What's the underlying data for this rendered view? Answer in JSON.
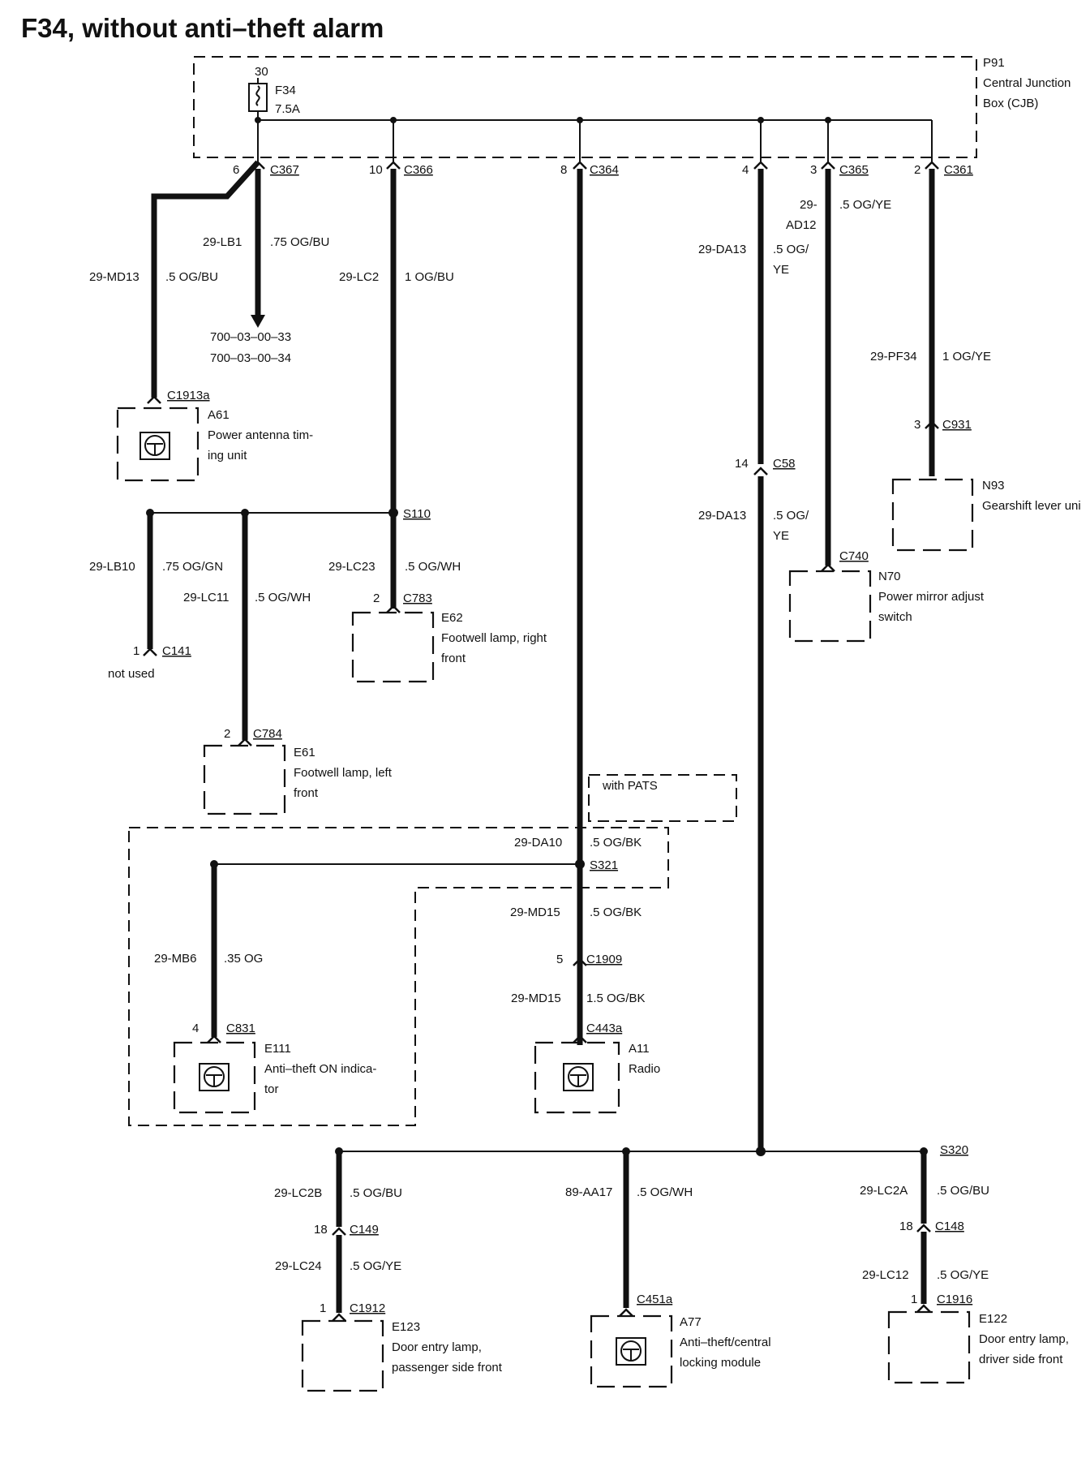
{
  "title": "F34, without anti–theft alarm",
  "cjb": {
    "id": "P91",
    "line1": "Central Junction",
    "line2": "Box (CJB)"
  },
  "fuse": {
    "pin": "30",
    "id": "F34",
    "rating": "7.5A"
  },
  "connectors": {
    "c367": {
      "pin": "6",
      "id": "C367"
    },
    "c366": {
      "pin": "10",
      "id": "C366"
    },
    "c364": {
      "pin": "8",
      "id": "C364"
    },
    "c365": {
      "pin": "3",
      "id": "C365"
    },
    "c361": {
      "pin": "2",
      "id": "C361"
    },
    "c363": {
      "pin": "4"
    },
    "c1913a": {
      "id": "C1913a"
    },
    "c931": {
      "pin": "3",
      "id": "C931"
    },
    "c58": {
      "pin": "14",
      "id": "C58"
    },
    "c740": {
      "id": "C740"
    },
    "c783": {
      "pin": "2",
      "id": "C783"
    },
    "c141": {
      "pin": "1",
      "id": "C141"
    },
    "c784": {
      "pin": "2",
      "id": "C784"
    },
    "c831": {
      "pin": "4",
      "id": "C831"
    },
    "c1909": {
      "pin": "5",
      "id": "C1909"
    },
    "c443a": {
      "id": "C443a"
    },
    "c149": {
      "pin": "18",
      "id": "C149"
    },
    "c1912": {
      "pin": "1",
      "id": "C1912"
    },
    "c451a": {
      "id": "C451a"
    },
    "c148": {
      "pin": "18",
      "id": "C148"
    },
    "c1916": {
      "pin": "1",
      "id": "C1916"
    }
  },
  "splices": {
    "s110": "S110",
    "s321": "S321",
    "s320": "S320"
  },
  "wires": {
    "lb1": {
      "code": "29-LB1",
      "spec": ".75 OG/BU"
    },
    "md13": {
      "code": "29-MD13",
      "spec": ".5 OG/BU"
    },
    "lc2": {
      "code": "29-LC2",
      "spec": "1 OG/BU"
    },
    "da13a": {
      "code": "29-DA13",
      "spec1": ".5 OG/",
      "spec2": "YE"
    },
    "ad12": {
      "code1": "29-",
      "code2": "AD12",
      "spec": ".5 OG/YE"
    },
    "pf34": {
      "code": "29-PF34",
      "spec": "1 OG/YE"
    },
    "da13b": {
      "code": "29-DA13",
      "spec1": ".5 OG/",
      "spec2": "YE"
    },
    "lb10": {
      "code": "29-LB10",
      "spec": ".75 OG/GN"
    },
    "lc23": {
      "code": "29-LC23",
      "spec": ".5 OG/WH"
    },
    "lc11": {
      "code": "29-LC11",
      "spec": ".5 OG/WH"
    },
    "da10": {
      "code": "29-DA10",
      "spec": ".5 OG/BK"
    },
    "mb6": {
      "code": "29-MB6",
      "spec": ".35 OG"
    },
    "md15a": {
      "code": "29-MD15",
      "spec": ".5 OG/BK"
    },
    "md15b": {
      "code": "29-MD15",
      "spec": "1.5 OG/BK"
    },
    "lc2b": {
      "code": "29-LC2B",
      "spec": ".5 OG/BU"
    },
    "lc24": {
      "code": "29-LC24",
      "spec": ".5 OG/YE"
    },
    "aa17": {
      "code": "89-AA17",
      "spec": ".5 OG/WH"
    },
    "lc2a": {
      "code": "29-LC2A",
      "spec": ".5 OG/BU"
    },
    "lc12": {
      "code": "29-LC12",
      "spec": ".5 OG/YE"
    }
  },
  "ref": {
    "line1": "700–03–00–33",
    "line2": "700–03–00–34"
  },
  "components": {
    "a61": {
      "id": "A61",
      "line1": "Power antenna tim-",
      "line2": "ing unit"
    },
    "n93": {
      "id": "N93",
      "line1": "Gearshift lever uni"
    },
    "n70": {
      "id": "N70",
      "line1": "Power mirror adjust",
      "line2": "switch"
    },
    "e62": {
      "id": "E62",
      "line1": "Footwell lamp, right",
      "line2": "front"
    },
    "e61": {
      "id": "E61",
      "line1": "Footwell lamp, left",
      "line2": "front"
    },
    "e111": {
      "id": "E111",
      "line1": "Anti–theft ON indica-",
      "line2": "tor"
    },
    "a11": {
      "id": "A11",
      "line1": "Radio"
    },
    "e123": {
      "id": "E123",
      "line1": "Door entry lamp,",
      "line2": "passenger side front"
    },
    "a77": {
      "id": "A77",
      "line1": "Anti–theft/central",
      "line2": "locking module"
    },
    "e122": {
      "id": "E122",
      "line1": "Door entry lamp,",
      "line2": "driver side front"
    }
  },
  "notes": {
    "c141_status": "not used",
    "pats": "with PATS"
  }
}
